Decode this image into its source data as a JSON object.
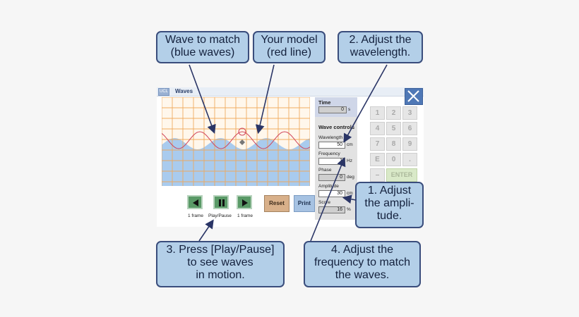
{
  "window": {
    "logo_text": "UCL",
    "title": "Waves"
  },
  "controls": {
    "back_label": "1 frame",
    "play_label": "Play/Pause",
    "fwd_label": "1 frame",
    "reset_label": "Reset",
    "print_label": "Print"
  },
  "panel": {
    "time_label": "Time",
    "time_value": "0",
    "time_unit": "s",
    "wave_controls_label": "Wave controls",
    "wavelength_label": "Wavelength",
    "wavelength_value": "50",
    "wavelength_unit": "cm",
    "frequency_label": "Frequency",
    "frequency_value": "1",
    "frequency_unit": "Hz",
    "phase_label": "Phase",
    "phase_value": "0",
    "phase_unit": "deg",
    "amplitude_label": "Amplitude",
    "amplitude_value": "30",
    "amplitude_unit": "cm",
    "score_label": "Score",
    "score_value": "16",
    "score_unit": "%"
  },
  "keypad": {
    "keys": [
      "1",
      "2",
      "3",
      "4",
      "5",
      "6",
      "7",
      "8",
      "9",
      "E",
      "0",
      "."
    ],
    "minus": "–",
    "enter": "ENTER"
  },
  "callouts": {
    "wave_to_match": {
      "line1": "Wave to match",
      "line2": "(blue waves)"
    },
    "your_model": {
      "line1": "Your model",
      "line2": "(red line)"
    },
    "adjust_wavelength": {
      "line1": "2.  Adjust the",
      "line2": "wavelength."
    },
    "adjust_amplitude": {
      "line1": "1.  Adjust",
      "line2": "the ampli-",
      "line3": "tude."
    },
    "press_play": {
      "line1": "3. Press [Play/Pause]",
      "line2": "to see waves",
      "line3": "in motion."
    },
    "adjust_frequency": {
      "line1": "4. Adjust the",
      "line2": "frequency to match",
      "line3": "the waves."
    }
  },
  "colors": {
    "water_blue": "#a9cbee",
    "model_red": "#d0455a",
    "grid_orange": "#f0a85a",
    "callout_fill": "#b3cfe8",
    "callout_border": "#3a4d7c",
    "button_green": "#5a9a67"
  }
}
